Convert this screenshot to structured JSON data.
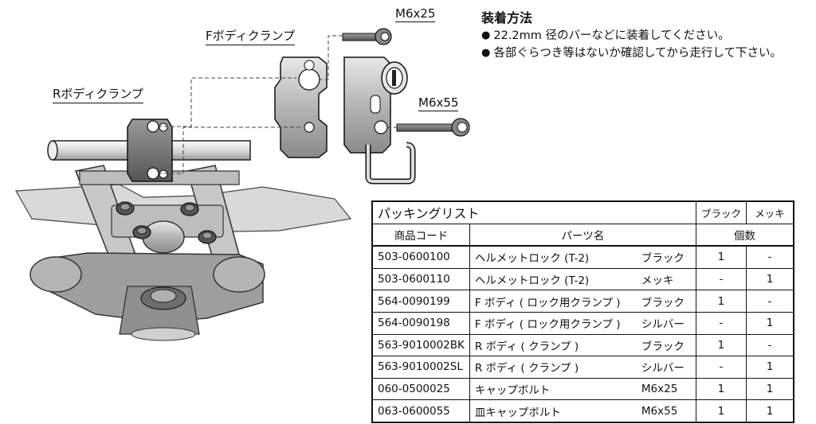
{
  "diagram": {
    "f_clamp_label": "Fボディクランプ",
    "r_clamp_label": "Rボディクランプ",
    "bolt_short_label": "M6x25",
    "bolt_long_label": "M6x55"
  },
  "instructions": {
    "title": "装着方法",
    "items": [
      "22.2mm 径のバーなどに装着してください。",
      "各部ぐらつき等はないか確認してから走行して下さい。"
    ]
  },
  "packing_list": {
    "title": "パッキングリスト",
    "col_black": "ブラック",
    "col_plated": "メッキ",
    "col_code": "商品コード",
    "col_part": "パーツ名",
    "col_qty": "個数",
    "rows": [
      {
        "code": "503-0600100",
        "name": "ヘルメットロック (T-2)",
        "variant": "ブラック",
        "black": "1",
        "plated": "-"
      },
      {
        "code": "503-0600110",
        "name": "ヘルメットロック (T-2)",
        "variant": "メッキ",
        "black": "-",
        "plated": "1"
      },
      {
        "code": "564-0090199",
        "name": "F ボディ ( ロック用クランプ )",
        "variant": "ブラック",
        "black": "1",
        "plated": "-"
      },
      {
        "code": "564-0090198",
        "name": "F ボディ ( ロック用クランプ )",
        "variant": "シルバー",
        "black": "-",
        "plated": "1"
      },
      {
        "code": "563-9010002BK",
        "name": "R ボディ ( クランプ )",
        "variant": "ブラック",
        "black": "1",
        "plated": "-"
      },
      {
        "code": "563-9010002SL",
        "name": "R ボディ ( クランプ )",
        "variant": "シルバー",
        "black": "-",
        "plated": "1"
      },
      {
        "code": "060-0500025",
        "name": "キャップボルト",
        "variant": "M6x25",
        "black": "1",
        "plated": "1"
      },
      {
        "code": "063-0600055",
        "name": "皿キャップボルト",
        "variant": "M6x55",
        "black": "1",
        "plated": "1"
      }
    ]
  }
}
